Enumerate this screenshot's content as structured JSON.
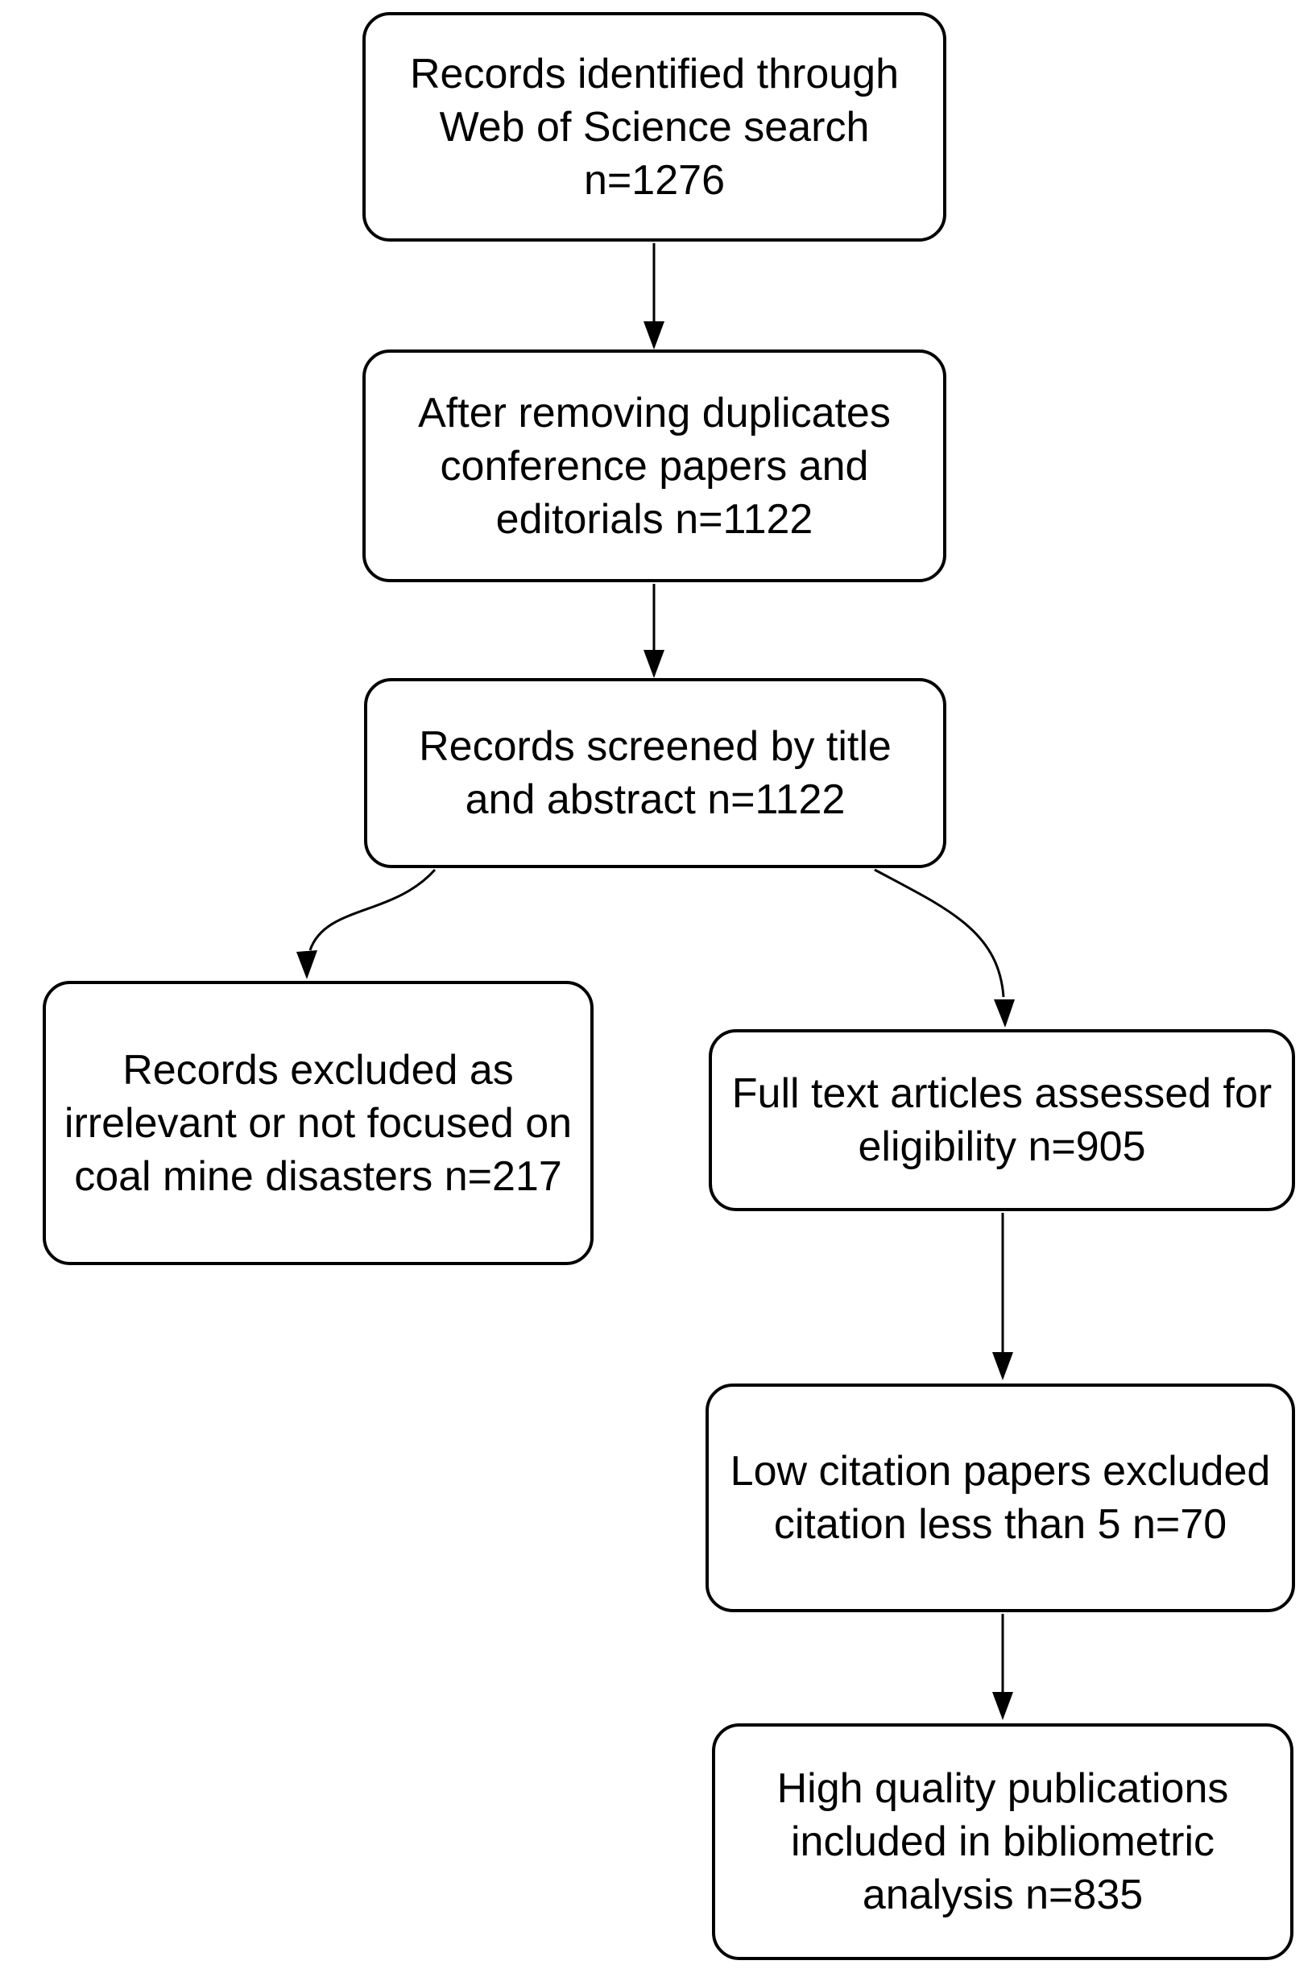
{
  "diagram": {
    "kind": "flowchart",
    "colors": {
      "background": "#ffffff",
      "box_border": "#000000",
      "box_fill": "#ffffff",
      "text": "#000000",
      "arrow": "#000000"
    },
    "nodes": [
      {
        "id": "records-identified",
        "count": 1276,
        "lines": [
          "Records identified through",
          "Web of Science search",
          "n=1276"
        ]
      },
      {
        "id": "duplicates-removed",
        "count": 1122,
        "lines": [
          "After removing duplicates",
          "conference papers and",
          "editorials n=1122"
        ]
      },
      {
        "id": "records-screened",
        "count": 1122,
        "lines": [
          "Records screened by title",
          "and abstract n=1122"
        ]
      },
      {
        "id": "records-excluded",
        "count": 217,
        "lines": [
          "Records excluded as",
          "irrelevant or not focused on",
          "coal mine disasters n=217"
        ]
      },
      {
        "id": "full-text-assessed",
        "count": 905,
        "lines": [
          "Full text articles assessed for",
          "eligibility n=905"
        ]
      },
      {
        "id": "low-citation-excluded",
        "count": 70,
        "lines": [
          "Low citation papers excluded",
          "citation less than 5 n=70"
        ]
      },
      {
        "id": "high-quality-included",
        "count": 835,
        "lines": [
          "High quality publications",
          "included in bibliometric",
          "analysis n=835"
        ]
      }
    ],
    "edges": [
      {
        "from": "records-identified",
        "to": "duplicates-removed"
      },
      {
        "from": "duplicates-removed",
        "to": "records-screened"
      },
      {
        "from": "records-screened",
        "to": "records-excluded"
      },
      {
        "from": "records-screened",
        "to": "full-text-assessed"
      },
      {
        "from": "full-text-assessed",
        "to": "low-citation-excluded"
      },
      {
        "from": "low-citation-excluded",
        "to": "high-quality-included"
      }
    ]
  }
}
